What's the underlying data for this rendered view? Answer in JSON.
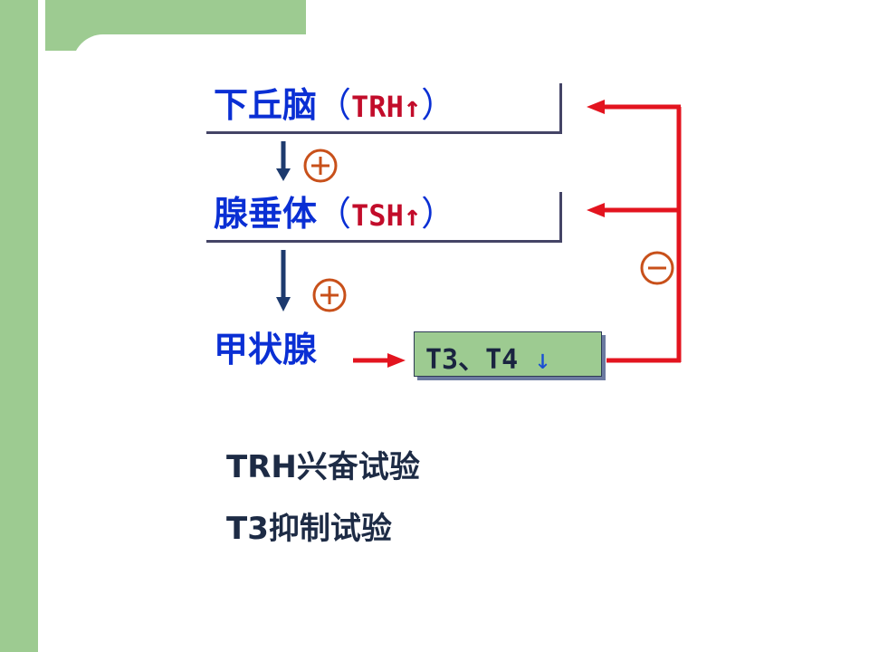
{
  "nodes": [
    {
      "cn": "下丘脑",
      "open": "（",
      "hormone": "TRH",
      "arrow": "↑",
      "close": "）"
    },
    {
      "cn": "腺垂体",
      "open": "（",
      "hormone": "TSH",
      "arrow": "↑",
      "close": "）"
    },
    {
      "cn": "甲状腺"
    }
  ],
  "output_box": {
    "label": "T3、T4",
    "arrow": "↓"
  },
  "signs": {
    "plus": "+",
    "minus": "−"
  },
  "tests": [
    "TRH兴奋试验",
    "T3抑制试验"
  ],
  "colors": {
    "blue": "#0a2fd4",
    "red": "#e3141f",
    "dark_arrow": "#1d3a6e",
    "green": "#9dcb91",
    "circle": "#c8501a"
  }
}
